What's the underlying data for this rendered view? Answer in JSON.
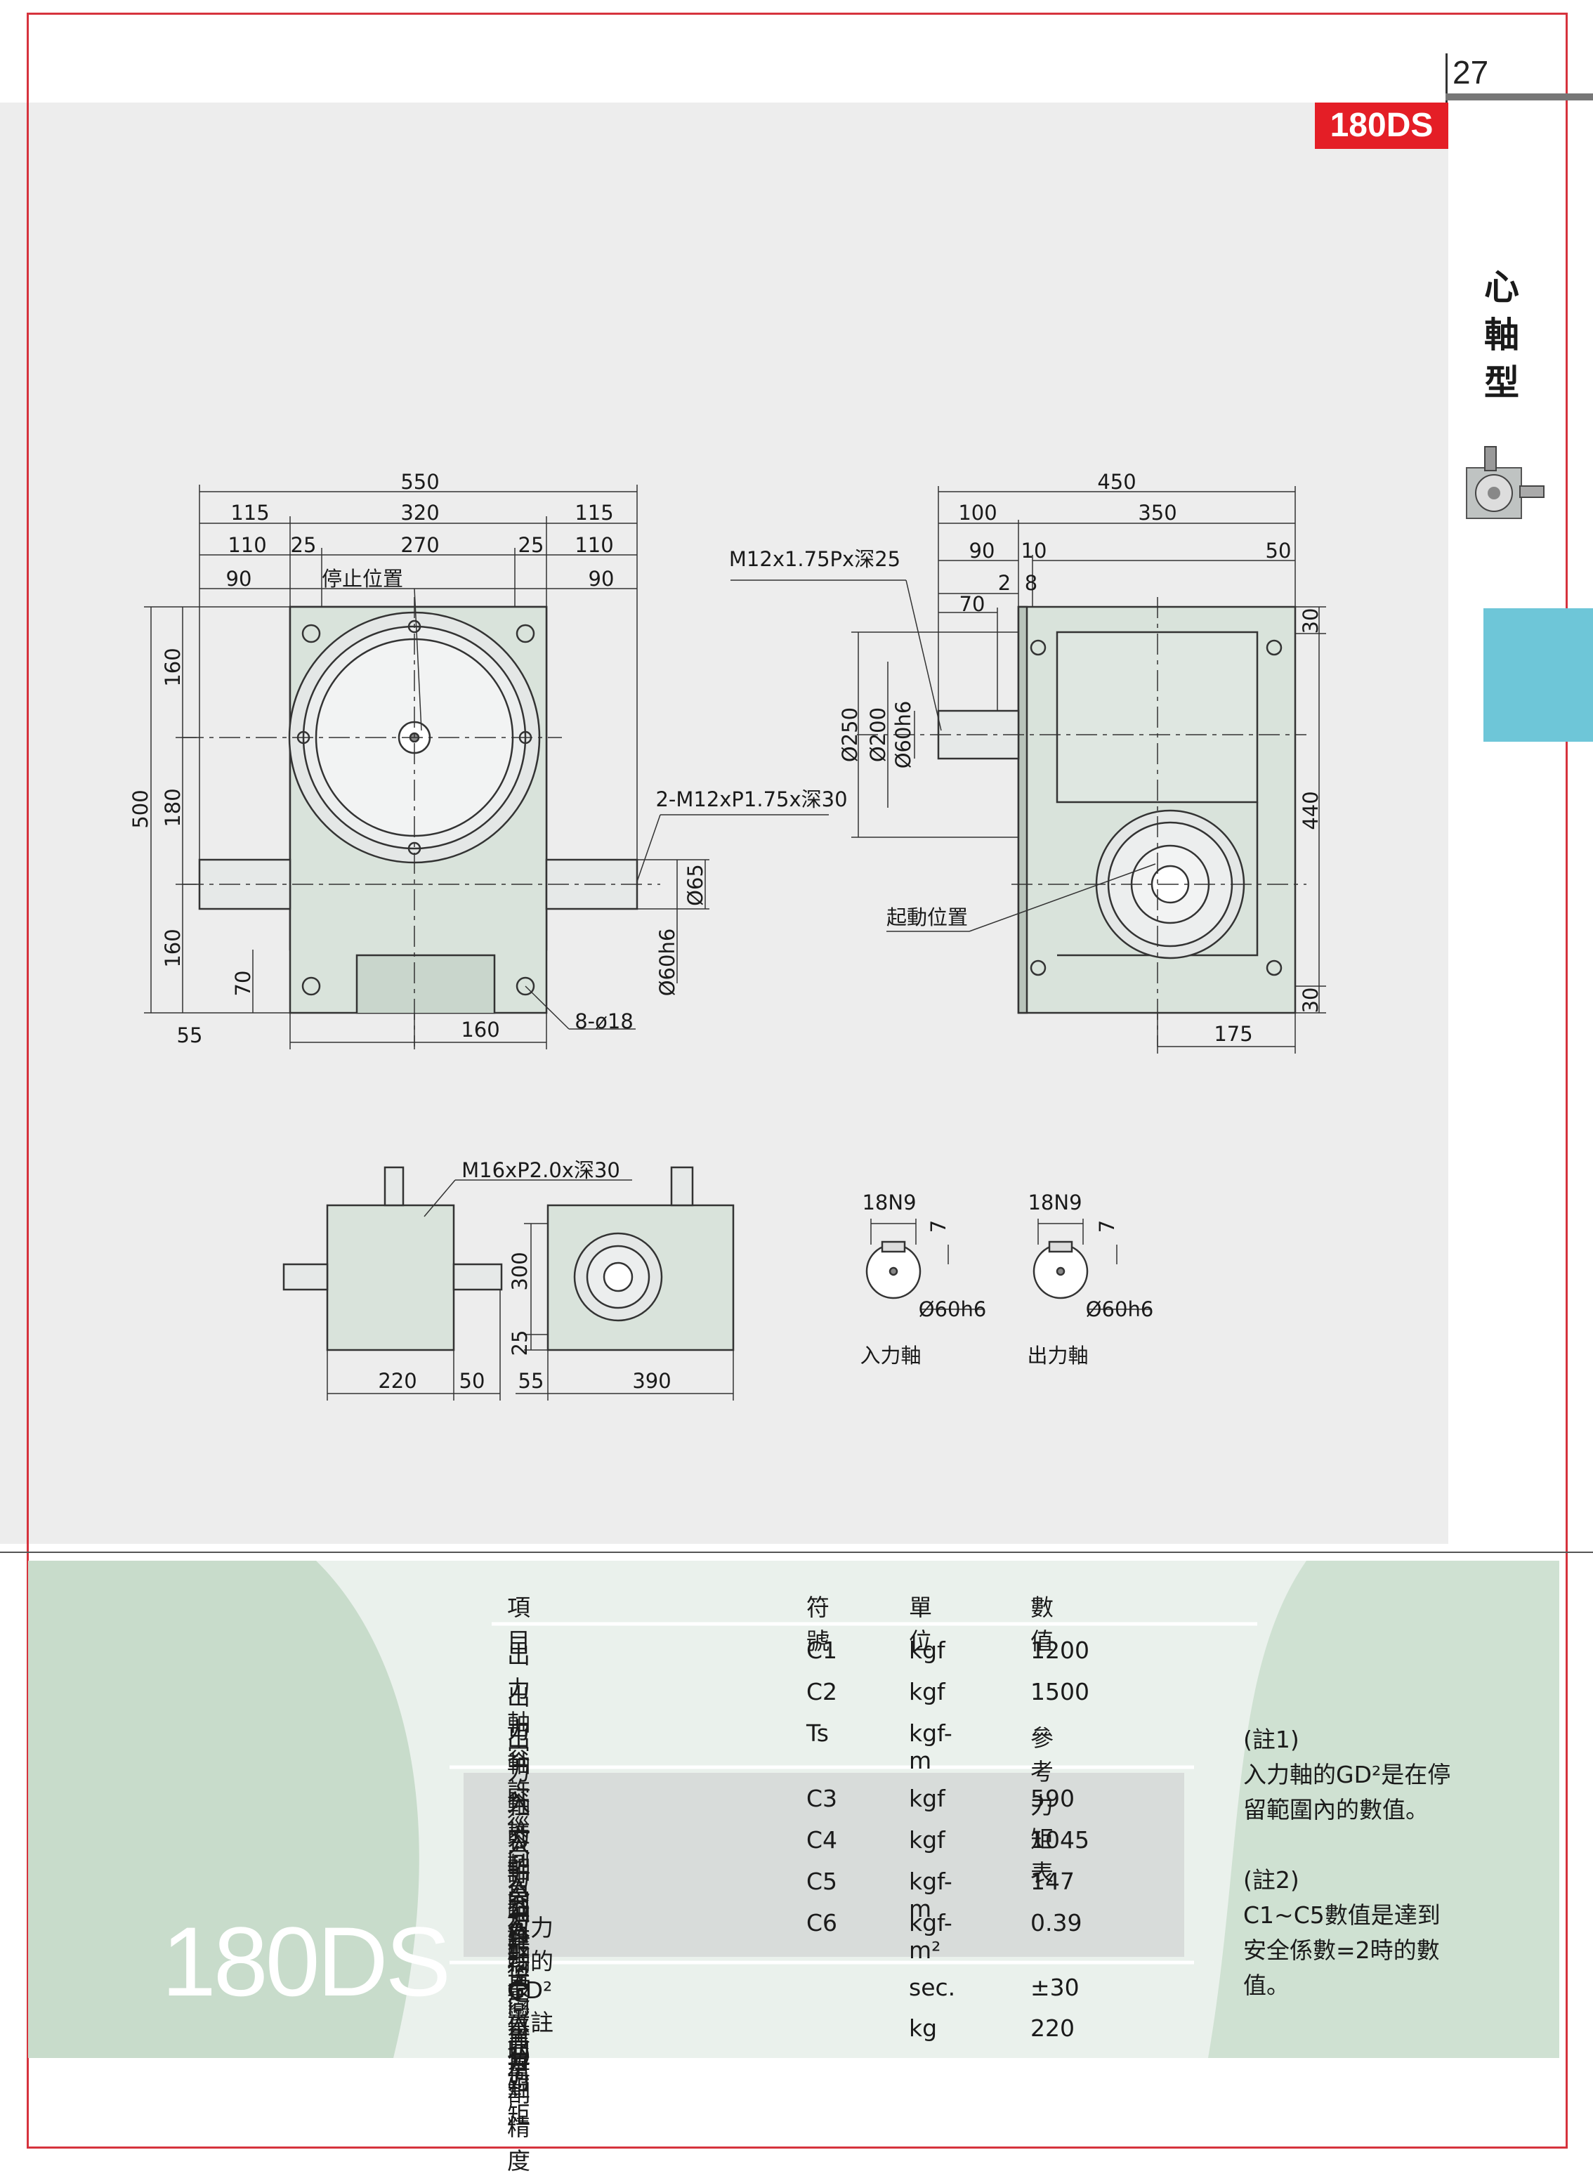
{
  "page": {
    "number": "27",
    "model_tab": "180DS",
    "category": "心軸型",
    "category_chars": [
      "心",
      "軸",
      "型"
    ]
  },
  "front_view": {
    "dims_top": [
      "550",
      "115",
      "320",
      "115",
      "110",
      "25",
      "270",
      "25",
      "110",
      "90",
      "90"
    ],
    "stop_label": "停止位置",
    "dims_left": [
      "500",
      "160",
      "180",
      "160",
      "70"
    ],
    "tap_label": "2-M12xP1.75x深30",
    "shaft_dims": [
      "Ø65",
      "Ø60h6"
    ],
    "dims_bottom": [
      "55",
      "160"
    ],
    "hole_label": "8-ø18"
  },
  "side_view": {
    "dims_top": [
      "450",
      "100",
      "350",
      "90",
      "10",
      "50",
      "2",
      "8",
      "70"
    ],
    "tap_label": "M12x1.75Px深25",
    "dims_left": [
      "Ø250",
      "Ø200",
      "Ø60h6"
    ],
    "dims_right": [
      "30",
      "440",
      "30"
    ],
    "start_label": "起動位置",
    "dims_bottom": [
      "175"
    ]
  },
  "small_views": {
    "tap_label": "M16xP2.0x深30",
    "top_dims": [
      "220",
      "50"
    ],
    "bottom_dims": [
      "55",
      "390"
    ],
    "vertical_dims": [
      "300",
      "25"
    ]
  },
  "shaft_sections": [
    {
      "key": "18N9",
      "depth": "7",
      "dia": "Ø60h6",
      "caption": "入力軸"
    },
    {
      "key": "18N9",
      "depth": "7",
      "dia": "Ø60h6",
      "caption": "出力軸"
    }
  ],
  "spec_table": {
    "header": {
      "item": "項目",
      "symbol": "符號",
      "unit": "單位",
      "value": "數值"
    },
    "rows": [
      {
        "item": "出力軸容許徑向負荷",
        "symbol": "C1",
        "unit": "kgf",
        "value": "1200"
      },
      {
        "item": "出力軸容許軸向負荷",
        "symbol": "C2",
        "unit": "kgf",
        "value": "1500"
      },
      {
        "item": "出力軸容許力矩",
        "symbol": "Ts",
        "unit": "kgf-m",
        "value": "參考力矩表"
      },
      {
        "item": "入力軸容許徑向負荷",
        "symbol": "C3",
        "unit": "kgf",
        "value": "590"
      },
      {
        "item": "入力軸最大彎曲力矩",
        "symbol": "C4",
        "unit": "kgf",
        "value": "1045"
      },
      {
        "item": "入力軸最大扭矩",
        "symbol": "C5",
        "unit": "kgf-m",
        "value": "147"
      },
      {
        "item": "入力軸的GD²（註1）",
        "symbol": "C6",
        "unit": "kgf-m²",
        "value": "0.39"
      },
      {
        "item": "定位分割精度",
        "symbol": "",
        "unit": "sec.",
        "value": "±30"
      },
      {
        "item": "重量",
        "symbol": "",
        "unit": "kg",
        "value": "220"
      }
    ]
  },
  "model_big": "180DS",
  "notes": {
    "note1_title": "(註1)",
    "note1_line1": "入力軸的GD²是在停",
    "note1_line2": "留範圍內的數值。",
    "note2_title": "(註2)",
    "note2_line1": "C1~C5數值是達到",
    "note2_line2": "安全係數=2時的數",
    "note2_line3": "值。"
  },
  "colors": {
    "accent_red": "#e41e26",
    "frame_red": "#d6333d",
    "tab_blue": "#6ec6d8",
    "spec_green": "#cfe0d3"
  }
}
